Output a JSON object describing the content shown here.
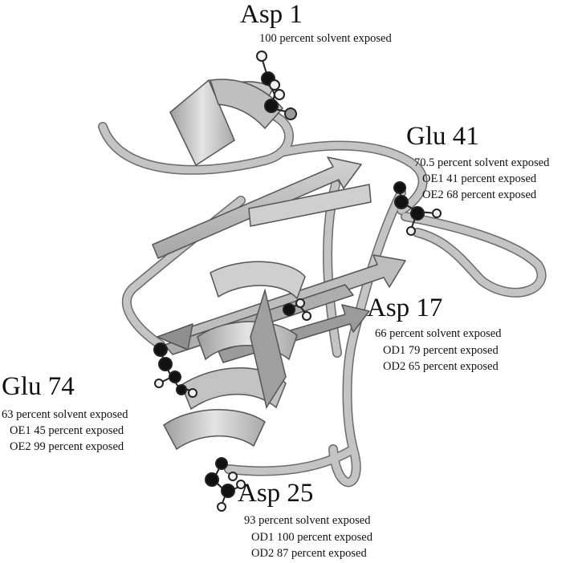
{
  "colors": {
    "ribbon": "#b9b9b9",
    "ribbon_light": "#d6d6d6",
    "ribbon_dark": "#8a8a8a",
    "outline": "#555555",
    "atom_dark": "#111111",
    "atom_light": "#f2f2f2",
    "atom_mid": "#9a9a9a"
  },
  "annotations": [
    {
      "id": "asp1",
      "title": "Asp 1",
      "lines": [
        "100 percent solvent exposed"
      ]
    },
    {
      "id": "glu41",
      "title": "Glu 41",
      "lines": [
        "70.5 percent solvent exposed",
        "OE1 41 percent exposed",
        "OE2 68 percent exposed"
      ]
    },
    {
      "id": "asp17",
      "title": "Asp 17",
      "lines": [
        "66 percent solvent exposed",
        "OD1 79 percent exposed",
        "OD2 65 percent exposed"
      ]
    },
    {
      "id": "glu74",
      "title": "Glu 74",
      "lines": [
        "63 percent solvent exposed",
        "OE1 45 percent exposed",
        "OE2 99 percent exposed"
      ]
    },
    {
      "id": "asp25",
      "title": "Asp 25",
      "lines": [
        "93 percent solvent exposed",
        "OD1 100 percent exposed",
        "OD2 87 percent exposed"
      ]
    }
  ]
}
